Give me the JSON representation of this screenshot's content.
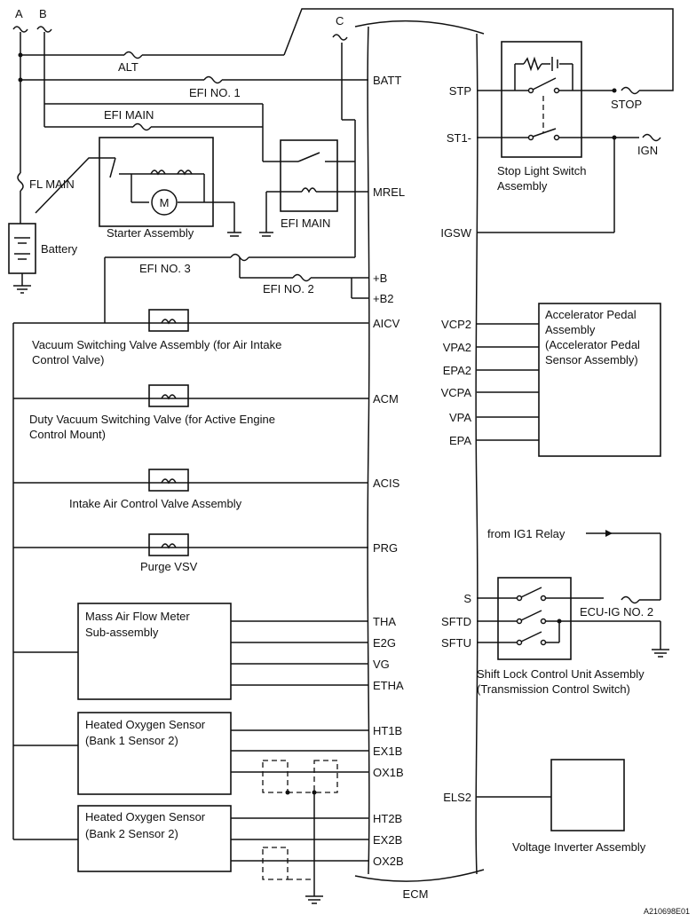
{
  "bus_labels": {
    "a": "A",
    "b": "B",
    "c": "C"
  },
  "fuses": {
    "alt": "ALT",
    "efi_no1": "EFI NO. 1",
    "efi_main_fuse": "EFI MAIN",
    "fl_main": "FL MAIN",
    "efi_no3": "EFI NO. 3",
    "efi_no2": "EFI NO. 2",
    "stop": "STOP",
    "ign": "IGN",
    "ecu_ig_no2": "ECU-IG NO. 2"
  },
  "components": {
    "battery": "Battery",
    "starter": "Starter Assembly",
    "motor_symbol": "M",
    "efi_main_relay": "EFI MAIN",
    "stop_light_switch": [
      "Stop Light Switch",
      "Assembly"
    ],
    "vsv_air_intake": [
      "Vacuum Switching Valve Assembly (for Air Intake",
      "Control Valve)"
    ],
    "duty_vsv": [
      "Duty Vacuum Switching Valve (for Active Engine",
      "Control Mount)"
    ],
    "intake_air_control": "Intake Air Control Valve Assembly",
    "purge_vsv": "Purge VSV",
    "maf_meter": [
      "Mass Air Flow Meter",
      "Sub-assembly"
    ],
    "ho2_b1s2": [
      "Heated Oxygen Sensor",
      "(Bank 1 Sensor 2)"
    ],
    "ho2_b2s2": [
      "Heated Oxygen Sensor",
      "(Bank 2 Sensor 2)"
    ],
    "accel_pedal": [
      "Accelerator Pedal",
      "Assembly",
      "(Accelerator Pedal",
      "Sensor Assembly)"
    ],
    "shift_lock": [
      "Shift Lock Control Unit Assembly",
      "(Transmission Control Switch)"
    ],
    "voltage_inverter": "Voltage Inverter Assembly",
    "ig1_relay_note": "from IG1 Relay"
  },
  "ecm_label": "ECM",
  "ecm_pins_left": [
    "BATT",
    "MREL",
    "+B",
    "+B2",
    "AICV",
    "ACM",
    "ACIS",
    "PRG",
    "THA",
    "E2G",
    "VG",
    "ETHA",
    "HT1B",
    "EX1B",
    "OX1B",
    "HT2B",
    "EX2B",
    "OX2B"
  ],
  "ecm_pins_right": [
    "STP",
    "ST1-",
    "IGSW",
    "VCP2",
    "VPA2",
    "EPA2",
    "VCPA",
    "VPA",
    "EPA",
    "S",
    "SFTD",
    "SFTU",
    "ELS2"
  ],
  "figure_code": "A210698E01"
}
